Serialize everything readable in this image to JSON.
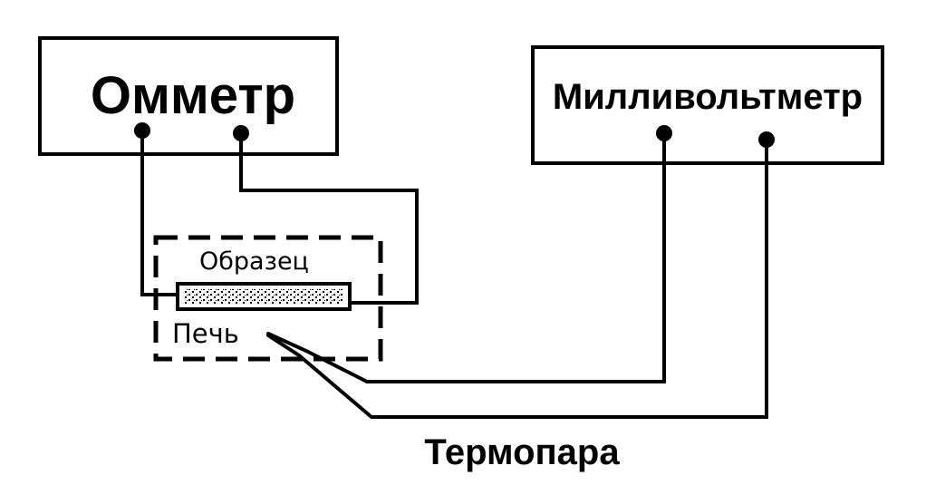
{
  "ohmmeter": {
    "label": "Омметр"
  },
  "millivoltmeter": {
    "label": "Милливольтметр"
  },
  "furnace": {
    "label": "Печь"
  },
  "sample": {
    "label": "Образец"
  },
  "thermocouple": {
    "label": "Термопара"
  },
  "colors": {
    "ink": "#000000",
    "background": "#ffffff"
  }
}
